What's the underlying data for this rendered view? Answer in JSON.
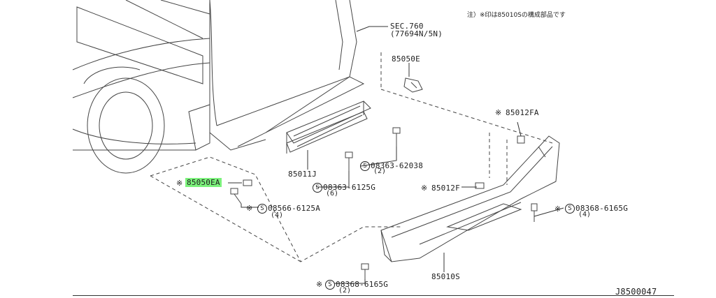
{
  "note": "注）※印は85010Sの構成部品です",
  "drawing_id": "J8500047",
  "callouts": {
    "sec": {
      "line1": "SEC.760",
      "line2": "(77694N/5N)"
    },
    "p85050e": "85050E",
    "p85012fa": "85012FA",
    "p85011j": "85011J",
    "p08363_62038": {
      "code": "08363-62038",
      "qty": "(2)"
    },
    "p85050ea": "85050EA",
    "p08363_6125g": {
      "code": "08363-6125G",
      "qty": "(6)"
    },
    "p85012f": "85012F",
    "p08566_6125a": {
      "code": "08566-6125A",
      "qty": "(4)"
    },
    "p08368_6165g_right": {
      "code": "08368-6165G",
      "qty": "(4)"
    },
    "p85010s": "85010S",
    "p08368_6165g_bottom": {
      "code": "08368-6165G",
      "qty": "(2)"
    }
  },
  "symbols": {
    "star": "※",
    "s_mark": "S"
  },
  "colors": {
    "highlight": "#7cf27c",
    "line": "#333333"
  }
}
